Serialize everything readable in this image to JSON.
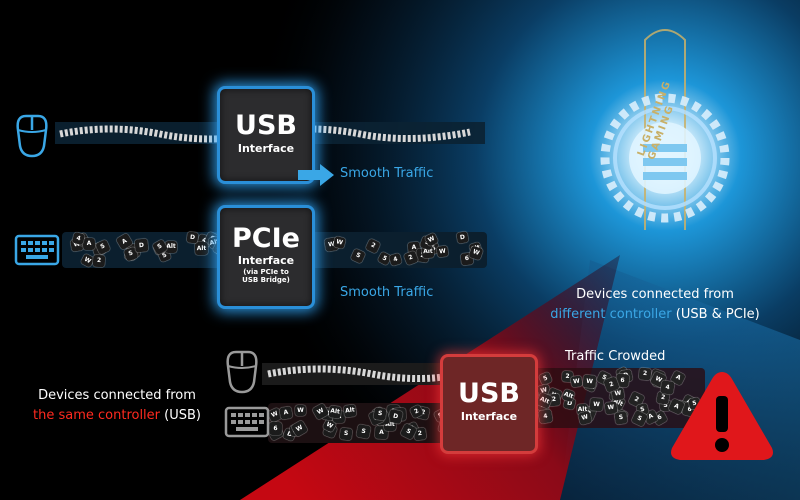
{
  "blue_controllers": [
    {
      "title": "USB",
      "subtitle": "Interface"
    },
    {
      "title": "PCIe",
      "subtitle": "Interface",
      "note": "(via PCIe to USB Bridge)"
    }
  ],
  "red_controller": {
    "title": "USB",
    "subtitle": "Interface"
  },
  "traffic": {
    "smooth_1": "Smooth Traffic",
    "smooth_2": "Smooth Traffic",
    "crowded": "Traffic Crowded"
  },
  "caption_different": {
    "line1": "Devices connected from",
    "highlight": "different controller",
    "rest": " (USB & PCIe)"
  },
  "caption_same": {
    "line1": "Devices connected from",
    "highlight": "the same controller",
    "rest": " (USB)"
  },
  "logo": {
    "text": "LIGHTNING GAMING"
  },
  "keycaps": [
    "A",
    "S",
    "5",
    "2",
    "W",
    "W",
    "D",
    "2",
    "Alt",
    "4",
    "6",
    "S",
    "W",
    "2",
    "A",
    "Alt"
  ],
  "colors": {
    "accent_blue": "#3aa7e6",
    "accent_red": "#ff2a1f",
    "warning_red": "#e0171b"
  },
  "icons": [
    "mouse-icon",
    "keyboard-icon",
    "arrow-right-icon",
    "warning-icon",
    "gear-logo-icon"
  ]
}
